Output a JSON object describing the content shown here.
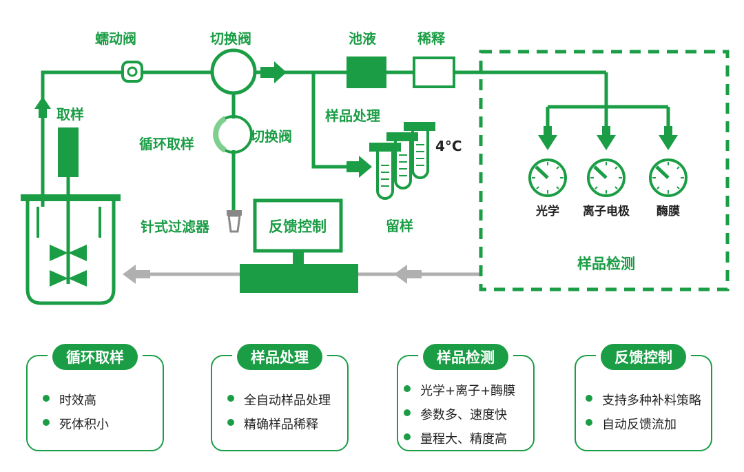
{
  "diagram": {
    "labels": {
      "peristaltic_valve": "蠕动阀",
      "switch_valve_top": "切换阀",
      "pool_liquid": "池液",
      "dilution": "稀释",
      "sampling": "取样",
      "sample_processing": "样品处理",
      "temperature": "4°C",
      "circulation_sampling": "循环取样",
      "switch_valve_mid": "切换阀",
      "needle_filter": "针式过滤器",
      "retained_sample": "留样",
      "feedback_control": "反馈控制",
      "optical": "光学",
      "ion_electrode": "离子电极",
      "enzyme_membrane": "酶膜",
      "sample_detection": "样品检测"
    },
    "colors": {
      "green": "#1a9d45",
      "light_green": "#7fcf8f",
      "gray": "#b0b0b0"
    }
  },
  "cards": [
    {
      "title": "循环取样",
      "items": [
        "时效高",
        "死体积小"
      ]
    },
    {
      "title": "样品处理",
      "items": [
        "全自动样品处理",
        "精确样品稀释"
      ]
    },
    {
      "title": "样品检测",
      "items": [
        "光学+离子+酶膜",
        "参数多、速度快",
        "量程大、精度高"
      ]
    },
    {
      "title": "反馈控制",
      "items": [
        "支持多种补料策略",
        "自动反馈流加"
      ]
    }
  ]
}
